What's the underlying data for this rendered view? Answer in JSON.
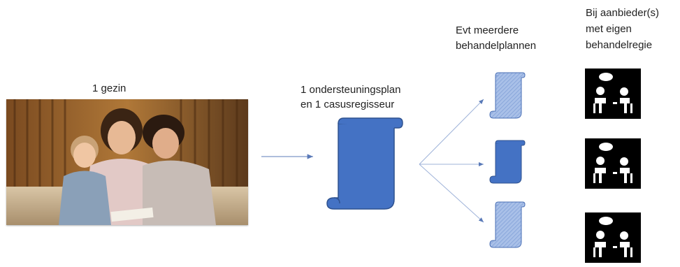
{
  "family": {
    "label": "1 gezin"
  },
  "plan": {
    "line1": "1 ondersteuningsplan",
    "line2": "en 1 casusregisseur"
  },
  "treatment": {
    "line1": "Evt meerdere",
    "line2": "behandelplannen"
  },
  "providers": {
    "line1": "Bij aanbieder(s)",
    "line2": "met eigen",
    "line3": "behandelregie"
  },
  "colors": {
    "scroll_dark": "#4472c4",
    "scroll_light": "#9fb8e4",
    "arrow": "#7d96c8"
  },
  "icons": [
    "scroll-icon",
    "counselling-icon",
    "arrow-icon"
  ]
}
